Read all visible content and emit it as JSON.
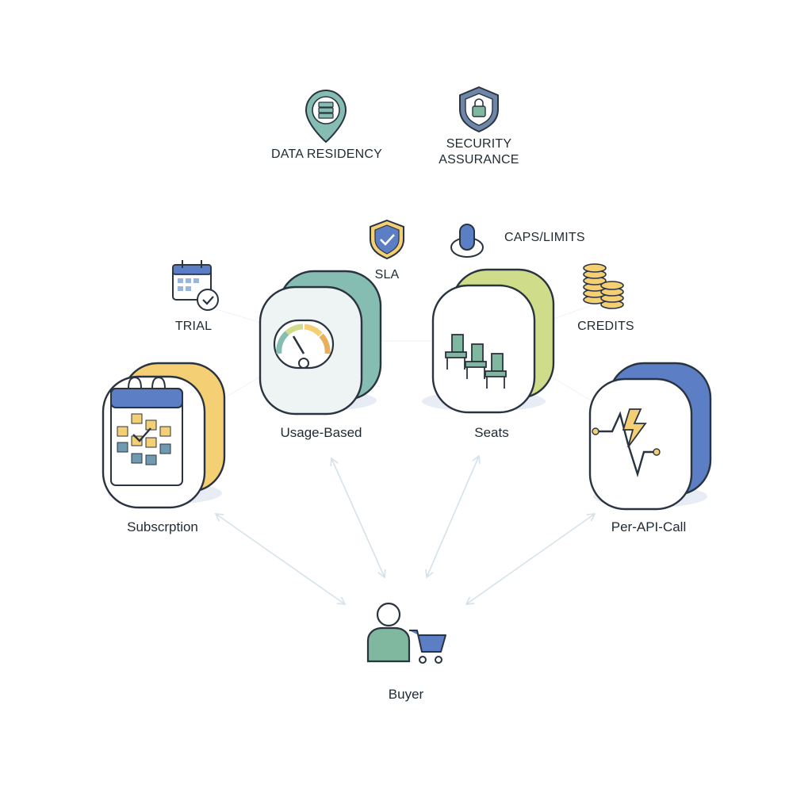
{
  "labels": {
    "data_residency": "DATA RESIDENCY",
    "security_assurance": "SECURITY ASSURANCE",
    "sla": "SLA",
    "caps_limits": "CAPS/LIMITS",
    "trial": "TRIAL",
    "credits": "CREDITS",
    "usage_based": "Usage-Based",
    "seats": "Seats",
    "subscription": "Subscrption",
    "per_api_call": "Per-API-Call",
    "buyer": "Buyer"
  },
  "colors": {
    "outline": "#2a3440",
    "yellow": "#f4cf73",
    "teal": "#86bdb2",
    "lime": "#cfdc8a",
    "blue": "#5b7ec4",
    "green": "#7fb79f",
    "arrow": "#d6e2ea",
    "shadow": "#e7ecf5"
  },
  "icons": {
    "data_residency": "map-pin-server-icon",
    "security_assurance": "shield-lock-icon",
    "sla": "shield-check-icon",
    "caps_limits": "toggle-knob-icon",
    "trial": "calendar-check-icon",
    "credits": "coin-stack-icon",
    "usage_based": "gauge-icon",
    "seats": "chairs-icon",
    "subscription": "calendar-grid-icon",
    "per_api_call": "lightning-pulse-icon",
    "buyer": "person-cart-icon"
  }
}
